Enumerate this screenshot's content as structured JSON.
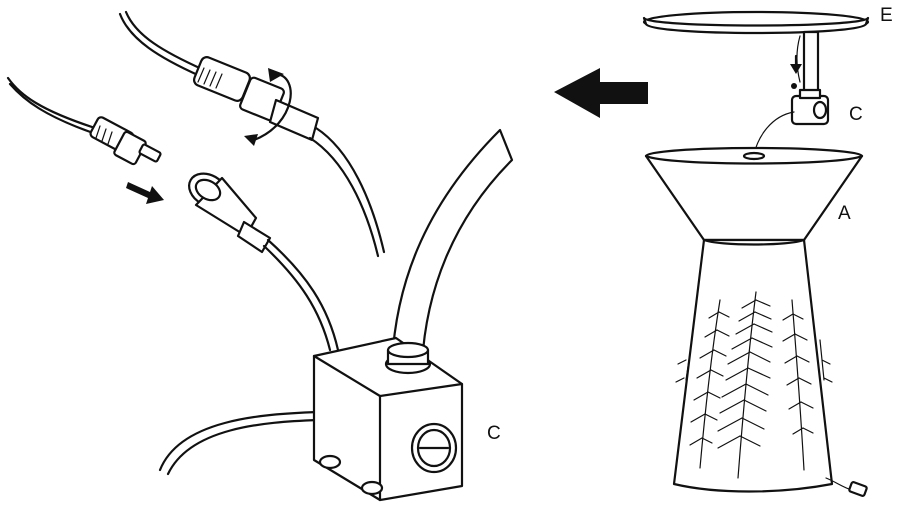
{
  "figure": {
    "labels": {
      "reservoir_top": "E",
      "pump_small": "C",
      "base": "A",
      "pump_main": "C"
    },
    "icons": [
      "assembly-arrow-icon",
      "push-arrow-icon",
      "rotate-arrow-icon"
    ],
    "colors": {
      "line": "#111111",
      "background": "#ffffff"
    }
  }
}
